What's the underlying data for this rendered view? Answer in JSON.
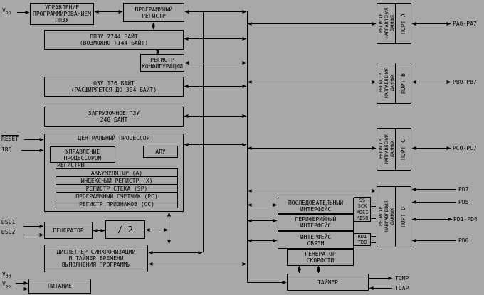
{
  "labels": {
    "vpp_base": "V",
    "vpp_sub": "pp",
    "reset": "RESET",
    "irq": "IRQ",
    "dsc1": "DSC1",
    "dsc2": "DSC2",
    "vdd_base": "V",
    "vdd_sub": "dd",
    "vss_base": "V",
    "vss_sub": "ss"
  },
  "blocks": {
    "prog_ctrl": "УПРАВЛЕНИЕ\nПРОГРАММИРОВАНИЕМ\nППЗУ",
    "prog_reg": "ПРОГРАММНЫЙ\nРЕГИСТР",
    "eprom": "ППЗУ 7744 БАЙТ\n(ВОЗМОЖНО +144 БАЙТ)",
    "config_reg": "РЕГИСТР\nКОНФИГУРАЦИИ",
    "ram": "ОЗУ 176 БАЙТ\n(РАСШИРЯЕТСЯ ДО 304 БАЙТ)",
    "boot_rom": "ЗАГРУЗОЧНОЕ ПЗУ\n240 БАЙТ",
    "cpu_title": "ЦЕНТРАЛЬНЫЙ ПРОЦЕССОР",
    "cpu_ctrl": "УПРАВЛЕНИЕ\nПРОЦЕССОРОМ",
    "alu": "АЛУ",
    "registers_label": "РЕГИСТРЫ",
    "osc": "ГЕНЕРАТОР",
    "div2": "/ 2",
    "dispatcher": "ДИСПЕТЧЕР СИНХРОНИЗАЦИИ\nИ ТАЙМЕР ВРЕМЕНИ\nВЫПОЛНЕНИЯ ПРОГРАММЫ",
    "power": "ПИТАНИЕ",
    "serial_spi": "ПОСЛЕДОВАТЕЛЬНЫЙ\nИНТЕРФЕЙС",
    "serial_peripheral": "ПЕРИФЕРИЙНЫЙ\nИНТЕРФЕЙС",
    "serial_sci": "ИНТЕРФЕЙС\nСВЯЗИ",
    "baud_gen": "ГЕНЕРАТОР\nСКОРОСТИ",
    "timer": "ТАЙМЕР"
  },
  "cpu_registers": [
    "АККУМУЛЯТОР (А)",
    "ИНДЕКСНЫЙ РЕГИСТР (X)",
    "РЕГИСТР СТЕКА (SP)",
    "ПРОГРАММНЫЙ СЧЕТЧИК (PC)",
    "РЕГИСТР ПРИЗНАКОВ (СС)"
  ],
  "ports": [
    {
      "ddr": "РЕГИСТР\nНАПРАВЛЕНИЯ\nДАННЫХ",
      "name": "ПОРТ А",
      "pins": "PA0-PA7"
    },
    {
      "ddr": "РЕГИСТР\nНАПРАВЛЕНИЯ\nДАННЫХ",
      "name": "ПОРТ В",
      "pins": "PB0-PB7"
    },
    {
      "ddr": "РЕГИСТР\nНАПРАВЛЕНИЯ\nДАННЫХ",
      "name": "ПОРТ С",
      "pins": "PC0-PC7"
    },
    {
      "ddr": "РЕГИСТР\nНАПРАВЛЕНИЯ\nДАННЫХ",
      "name": "ПОРТ D",
      "pins": ""
    }
  ],
  "port_d_pins": [
    "PD7",
    "PD5",
    "PD1-PD4",
    "PD0"
  ],
  "serial_signals_a": [
    "SS",
    "SCK",
    "MOSI",
    "MISO"
  ],
  "serial_signals_b": [
    "RDI",
    "TDO"
  ],
  "timer_pins": [
    "TCMP",
    "TCAP"
  ]
}
